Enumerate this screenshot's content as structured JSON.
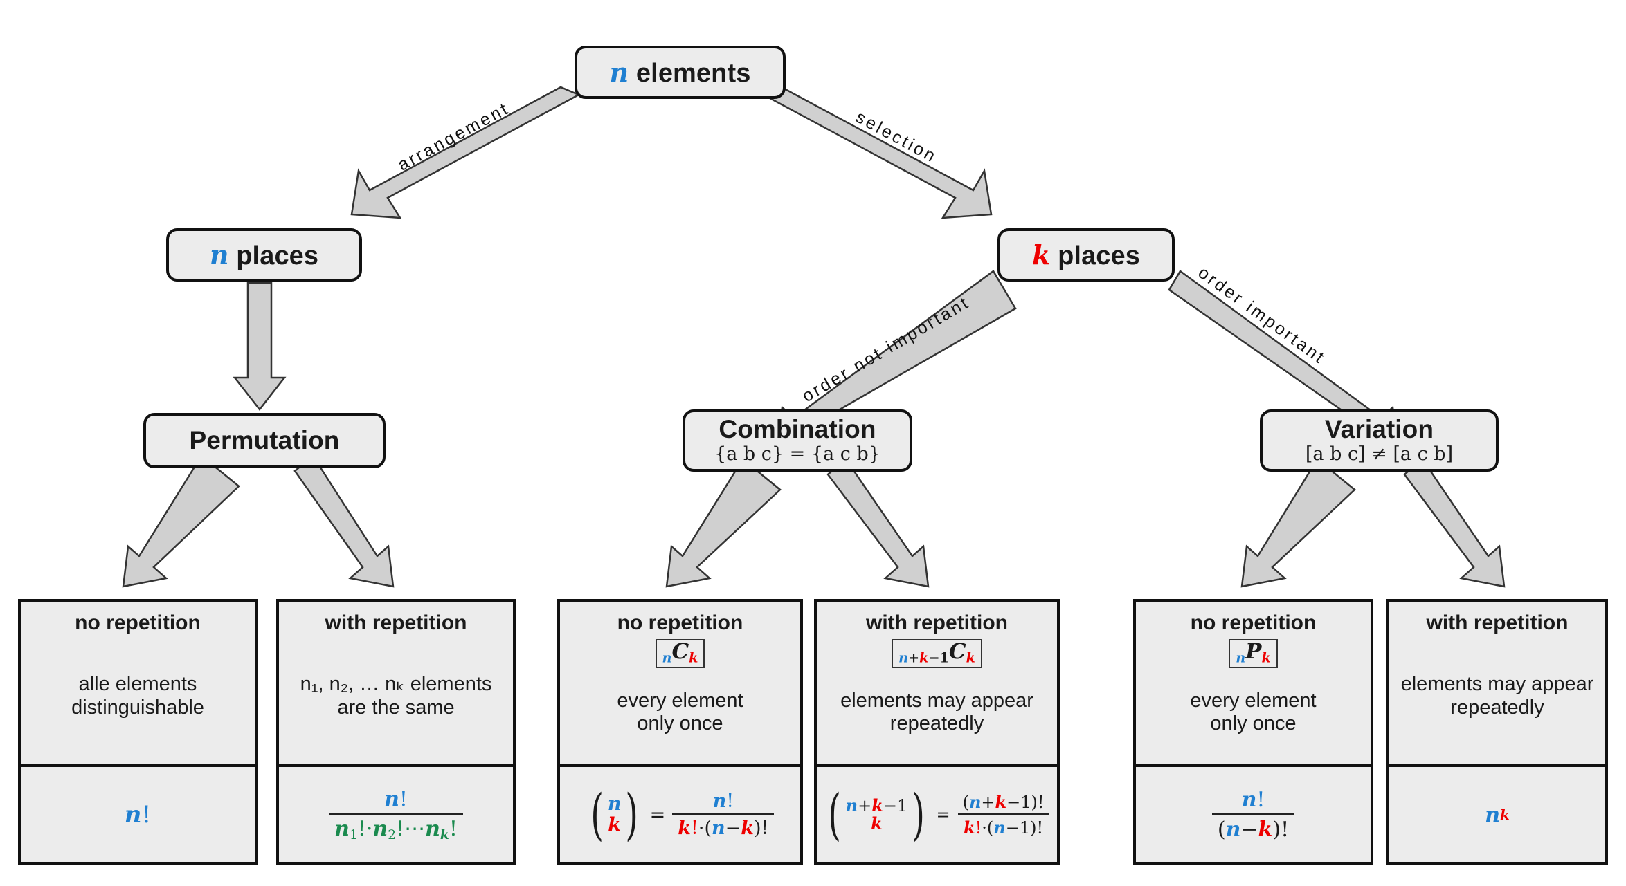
{
  "diagram": {
    "title": "Combinatorics decision tree",
    "colors": {
      "n": "#1f7fd1",
      "k": "#ee0000",
      "multiplicity": "#1a8a4e",
      "node_fill": "#ececec",
      "node_border": "#111111",
      "arrow_fill": "#d0d0d0"
    }
  },
  "nodes": {
    "root": {
      "label_var": "n",
      "label_text": "elements"
    },
    "n_places": {
      "label_var": "n",
      "label_text": "places"
    },
    "k_places": {
      "label_var": "k",
      "label_text": "places"
    },
    "permutation": {
      "title": "Permutation",
      "subtitle": ""
    },
    "combination": {
      "title": "Combination",
      "subtitle": "{a b c} = {a c b}"
    },
    "variation": {
      "title": "Variation",
      "subtitle": "[a b c] ≠ [a c b]"
    }
  },
  "edge_labels": {
    "arrangement": "arrangement",
    "selection": "selection",
    "order_not_important": "order not important",
    "order_important": "order important"
  },
  "leaves": [
    {
      "id": "permutation-no-repetition",
      "head": "no repetition",
      "notation": "",
      "note_lines": [
        "alle elements",
        "distinguishable"
      ],
      "formula_plain": "n!"
    },
    {
      "id": "permutation-with-repetition",
      "head": "with repetition",
      "notation": "",
      "note_lines": [
        "n₁, n₂, … nₖ elements",
        "are the same"
      ],
      "formula_plain": "n! / (n₁! · n₂! ⋯ nₖ!)"
    },
    {
      "id": "combination-no-repetition",
      "head": "no repetition",
      "notation": "nCk",
      "note_lines": [
        "every element",
        "only once"
      ],
      "formula_plain": "C(n,k) = n! / (k! · (n − k)!)"
    },
    {
      "id": "combination-with-repetition",
      "head": "with repetition",
      "notation": "n+k-1Ck",
      "note_lines": [
        "elements may appear",
        "repeatedly"
      ],
      "formula_plain": "C(n+k−1,k) = (n + k − 1)! / (k! · (n − 1)!)"
    },
    {
      "id": "variation-no-repetition",
      "head": "no repetition",
      "notation": "nPk",
      "note_lines": [
        "every element",
        "only once"
      ],
      "formula_plain": "n! / (n − k)!"
    },
    {
      "id": "variation-with-repetition",
      "head": "with repetition",
      "notation": "",
      "note_lines": [
        "elements may appear",
        "repeatedly"
      ],
      "formula_plain": "n^k"
    }
  ],
  "symbols": {
    "n": "n",
    "k": "k",
    "C": "C",
    "P": "P",
    "one": "1",
    "plus": "+",
    "minus": "−",
    "equals": "=",
    "bang": "!",
    "cdot": "·",
    "ldots": "⋯",
    "comma": ",",
    "dots": "…",
    "n1": "n",
    "n2": "n",
    "nk": "n",
    "sub1": "1",
    "sub2": "2",
    "subk": "k"
  }
}
